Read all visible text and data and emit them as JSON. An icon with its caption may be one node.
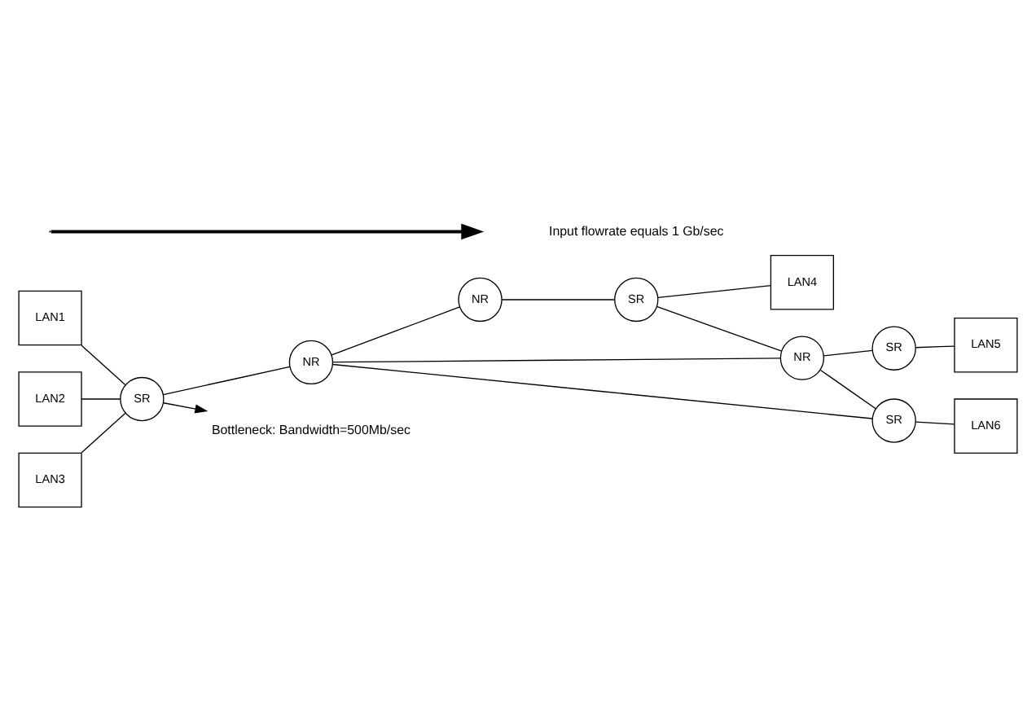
{
  "diagram": {
    "nodes": [
      {
        "text": [
          "LAN1"
        ]
      },
      {
        "text": [
          "LAN2"
        ]
      },
      {
        "text": [
          "LAN3"
        ]
      },
      {
        "text": [
          "SR"
        ]
      },
      {
        "text": [
          "NR"
        ]
      },
      {
        "text": [
          "NR"
        ]
      },
      {
        "text": [
          "NR"
        ]
      },
      {
        "text": [
          "SR"
        ]
      },
      {
        "text": [
          "SR"
        ]
      },
      {
        "text": [
          "SR"
        ]
      },
      {
        "text": [
          "LAN4"
        ]
      },
      {
        "text": [
          "LAN5"
        ]
      },
      {
        "text": [
          "LAN6"
        ]
      },
      {
        "text": [
          "Bottleneck: Bandwidth=500Mb/sec"
        ]
      }
    ],
    "edges": [
      {
        "from": 0,
        "to": 3,
        "arrow": "none"
      },
      {
        "from": 1,
        "to": 3,
        "arrow": "none"
      },
      {
        "from": 2,
        "to": 3,
        "arrow": "none"
      },
      {
        "from": 3,
        "to": 13,
        "arrow": "to"
      },
      {
        "from": 3,
        "to": 4,
        "arrow": "none"
      },
      {
        "from": 4,
        "to": 5,
        "arrow": "none"
      },
      {
        "from": 4,
        "to": 6,
        "arrow": "none"
      },
      {
        "from": 4,
        "to": 9,
        "arrow": "none"
      },
      {
        "from": 5,
        "to": 7,
        "arrow": "none"
      },
      {
        "from": 7,
        "to": 10,
        "arrow": "none"
      },
      {
        "from": 7,
        "to": 6,
        "arrow": "none"
      },
      {
        "from": 6,
        "to": 8,
        "arrow": "none"
      },
      {
        "from": 8,
        "to": 11,
        "arrow": "none"
      },
      {
        "from": 6,
        "to": 9,
        "arrow": "none"
      },
      {
        "from": 9,
        "to": 12,
        "arrow": "none"
      }
    ],
    "labels": [
      "Input flowrate equals 1 Gb/sec"
    ]
  }
}
